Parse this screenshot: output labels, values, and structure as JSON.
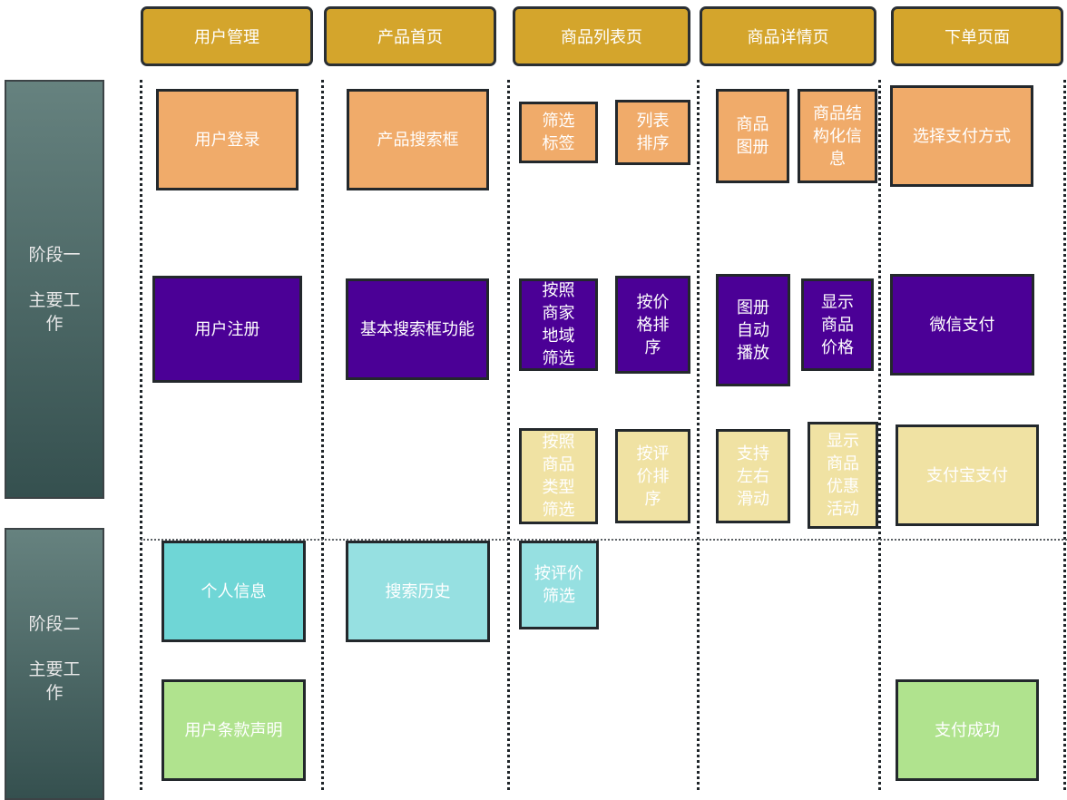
{
  "headers": [
    "用户管理",
    "产品首页",
    "商品列表页",
    "商品详情页",
    "下单页面"
  ],
  "stages": [
    {
      "title": "阶段一",
      "subtitle": "主要工作"
    },
    {
      "title": "阶段二",
      "subtitle": "主要工作"
    }
  ],
  "colors": {
    "header": "#d4a52c",
    "orange": "#f0ab6a",
    "purple": "#4b0096",
    "yellow": "#f0e2a3",
    "teal": "#6fd6d6",
    "cyan": "#96e0e1",
    "green": "#b0e38e",
    "stage": "#4a6664"
  },
  "boxes": {
    "user_login": "用户登录",
    "product_search_box": "产品搜索框",
    "filter_tags": "筛选标签",
    "list_sort": "列表排序",
    "product_gallery": "商品图册",
    "product_structured_info": "商品结构化信息",
    "select_payment": "选择支付方式",
    "user_register": "用户注册",
    "basic_search": "基本搜索框功能",
    "filter_by_merchant_region": "按照商家地域筛选",
    "sort_by_price": "按价格排序",
    "gallery_autoplay": "图册自动播放",
    "show_price": "显示商品价格",
    "wechat_pay": "微信支付",
    "filter_by_type": "按照商品类型筛选",
    "sort_by_rating": "按评价排序",
    "swipe_left_right": "支持左右滑动",
    "show_promotions": "显示商品优惠活动",
    "alipay": "支付宝支付",
    "personal_info": "个人信息",
    "search_history": "搜索历史",
    "filter_by_rating": "按评价筛选",
    "user_terms": "用户条款声明",
    "payment_success": "支付成功"
  }
}
